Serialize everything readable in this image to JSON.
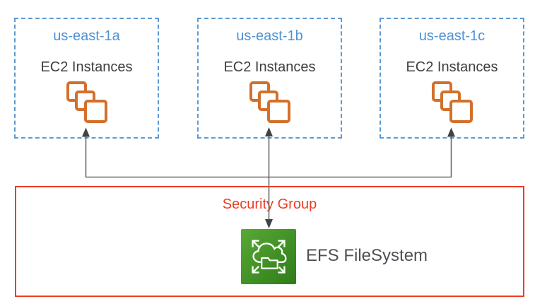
{
  "zones": [
    {
      "region": "us-east-1a",
      "service": "EC2 Instances"
    },
    {
      "region": "us-east-1b",
      "service": "EC2 Instances"
    },
    {
      "region": "us-east-1c",
      "service": "EC2 Instances"
    }
  ],
  "security_group": {
    "label": "Security Group"
  },
  "efs": {
    "label": "EFS FileSystem"
  },
  "icons": {
    "ec2": "stacked-instance-squares-icon",
    "efs": "efs-cloud-folder-expand-icon",
    "connectors": "arrow-connectors"
  },
  "colors": {
    "zone_border": "#5b9bd5",
    "zone_title_text": "#4f93d4",
    "body_text": "#3f3f3f",
    "ec2_icon_orange": "#d3702c",
    "security_red": "#ee3c23",
    "efs_green_light": "#58a936",
    "efs_green_dark": "#2e7c18",
    "connector_gray": "#6b6b6b",
    "arrowhead_gray": "#3f4447",
    "efs_label_text": "#4d5156"
  }
}
